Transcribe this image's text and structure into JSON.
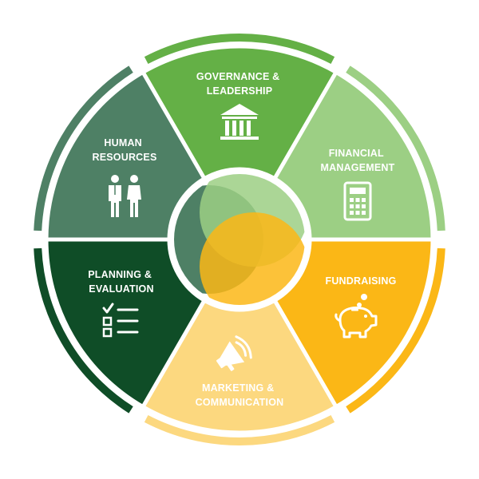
{
  "segments": [
    {
      "id": "governance",
      "lines": [
        "GOVERNANCE &",
        "LEADERSHIP"
      ],
      "icon": "bank-building-icon",
      "color": "#64b046",
      "rim": "#64b046"
    },
    {
      "id": "financial",
      "lines": [
        "FINANCIAL",
        "MANAGEMENT"
      ],
      "icon": "calculator-icon",
      "color": "#9ccf84",
      "rim": "#9ccf84"
    },
    {
      "id": "fundraising",
      "lines": [
        "FUNDRAISING"
      ],
      "icon": "piggy-bank-icon",
      "color": "#fbb716",
      "rim": "#fbb716"
    },
    {
      "id": "marketing",
      "lines": [
        "MARKETING &",
        "COMMUNICATION"
      ],
      "icon": "megaphone-icon",
      "color": "#fcd87f",
      "rim": "#fcd87f"
    },
    {
      "id": "planning",
      "lines": [
        "PLANNING &",
        "EVALUATION"
      ],
      "icon": "checklist-icon",
      "color": "#0f4d27",
      "rim": "#0f4d27"
    },
    {
      "id": "human",
      "lines": [
        "HUMAN",
        "RESOURCES"
      ],
      "icon": "people-icon",
      "color": "#4e8065",
      "rim": "#4e8065"
    }
  ],
  "center": {
    "colors": [
      "#4e8065",
      "#9ccf84",
      "#fbb716",
      "#1f6b3e",
      "#757c2e"
    ]
  }
}
